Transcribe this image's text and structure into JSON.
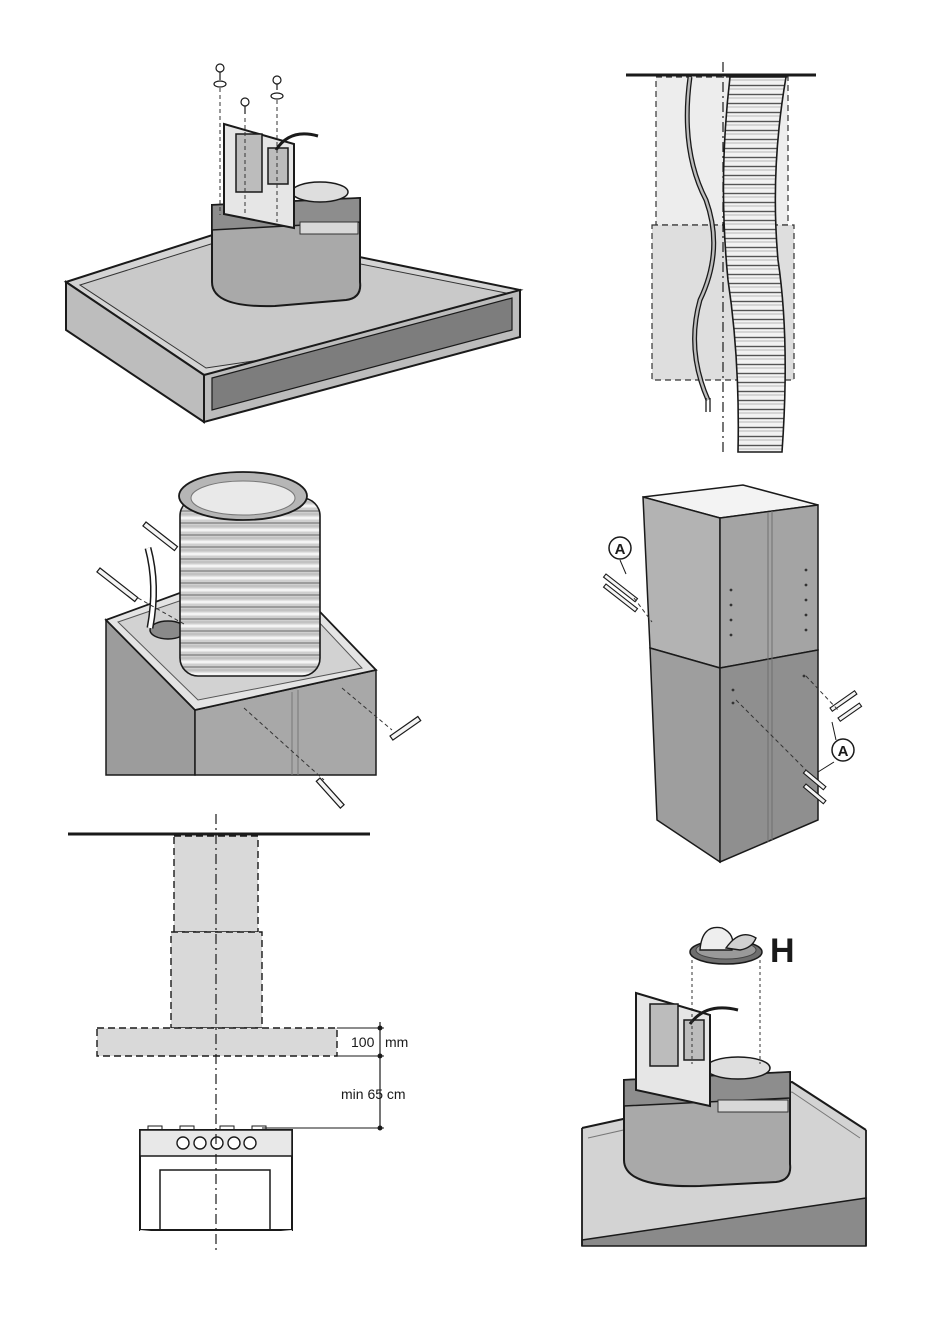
{
  "labels": {
    "bracket_a": "A",
    "valve_h": "H",
    "clearance_value": "100",
    "clearance_unit": "mm",
    "min_height": "min 65 cm"
  },
  "colors": {
    "line": "#1a1a1a",
    "metal_light": "#c9c9c9",
    "metal_mid": "#a9a9a9",
    "metal_dark": "#8c8c8c",
    "panel_dark": "#7d7d7d",
    "chimney_light": "#e3e3e3",
    "chimney_mid": "#d6d6d6",
    "white": "#ffffff"
  },
  "icons": [
    "screw-icon",
    "washer-icon",
    "dowel-icon",
    "flexible-duct-icon",
    "power-cable-icon",
    "hob-burner-icon"
  ]
}
